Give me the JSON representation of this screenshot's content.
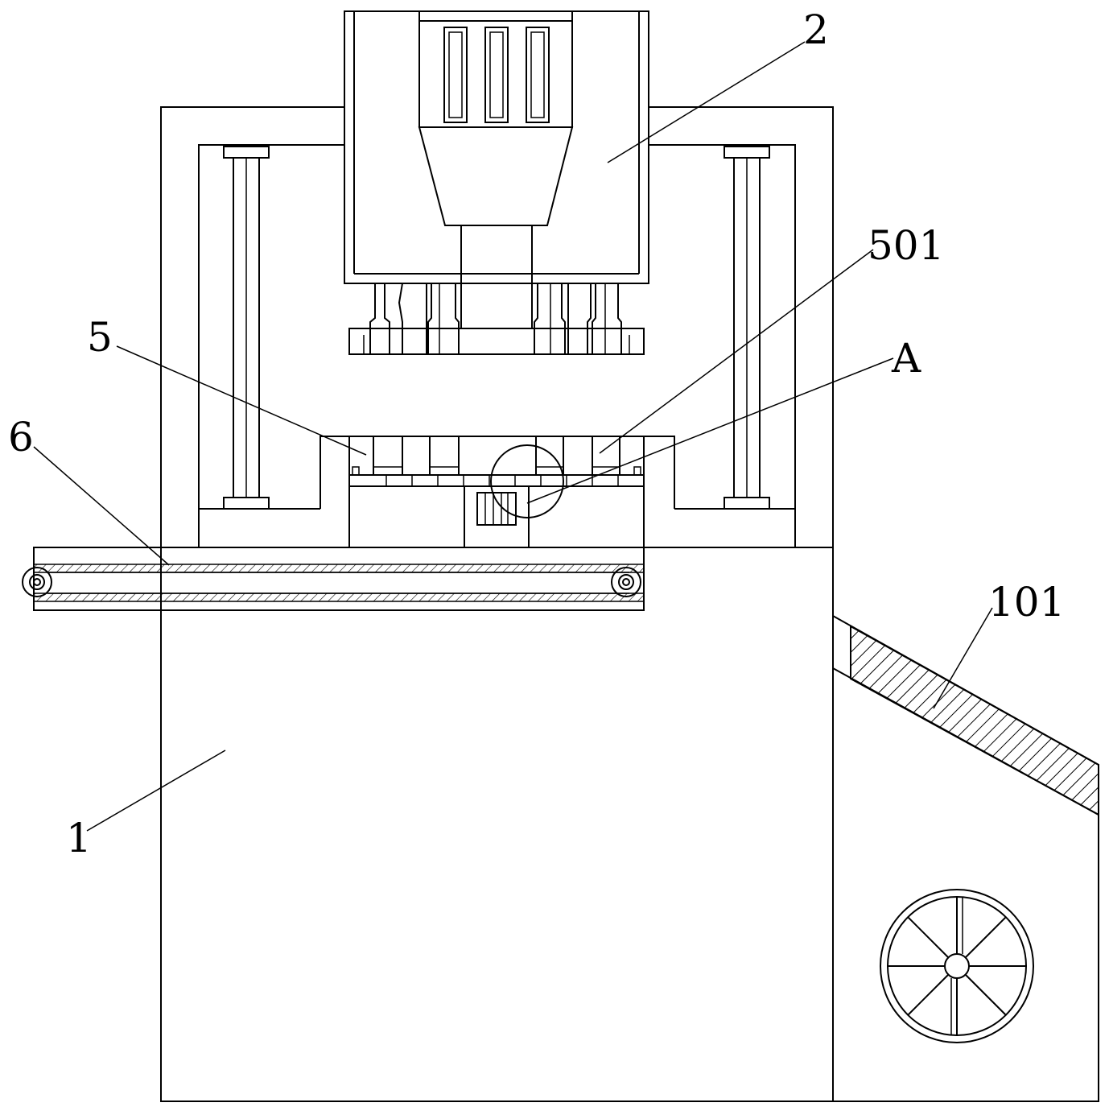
{
  "labels": {
    "frame": "1",
    "hopper": "2",
    "table": "5",
    "mold_plate": "501",
    "detail": "A",
    "conveyor": "6",
    "chute": "101"
  },
  "colors": {
    "line": "#000000",
    "background": "#ffffff"
  }
}
